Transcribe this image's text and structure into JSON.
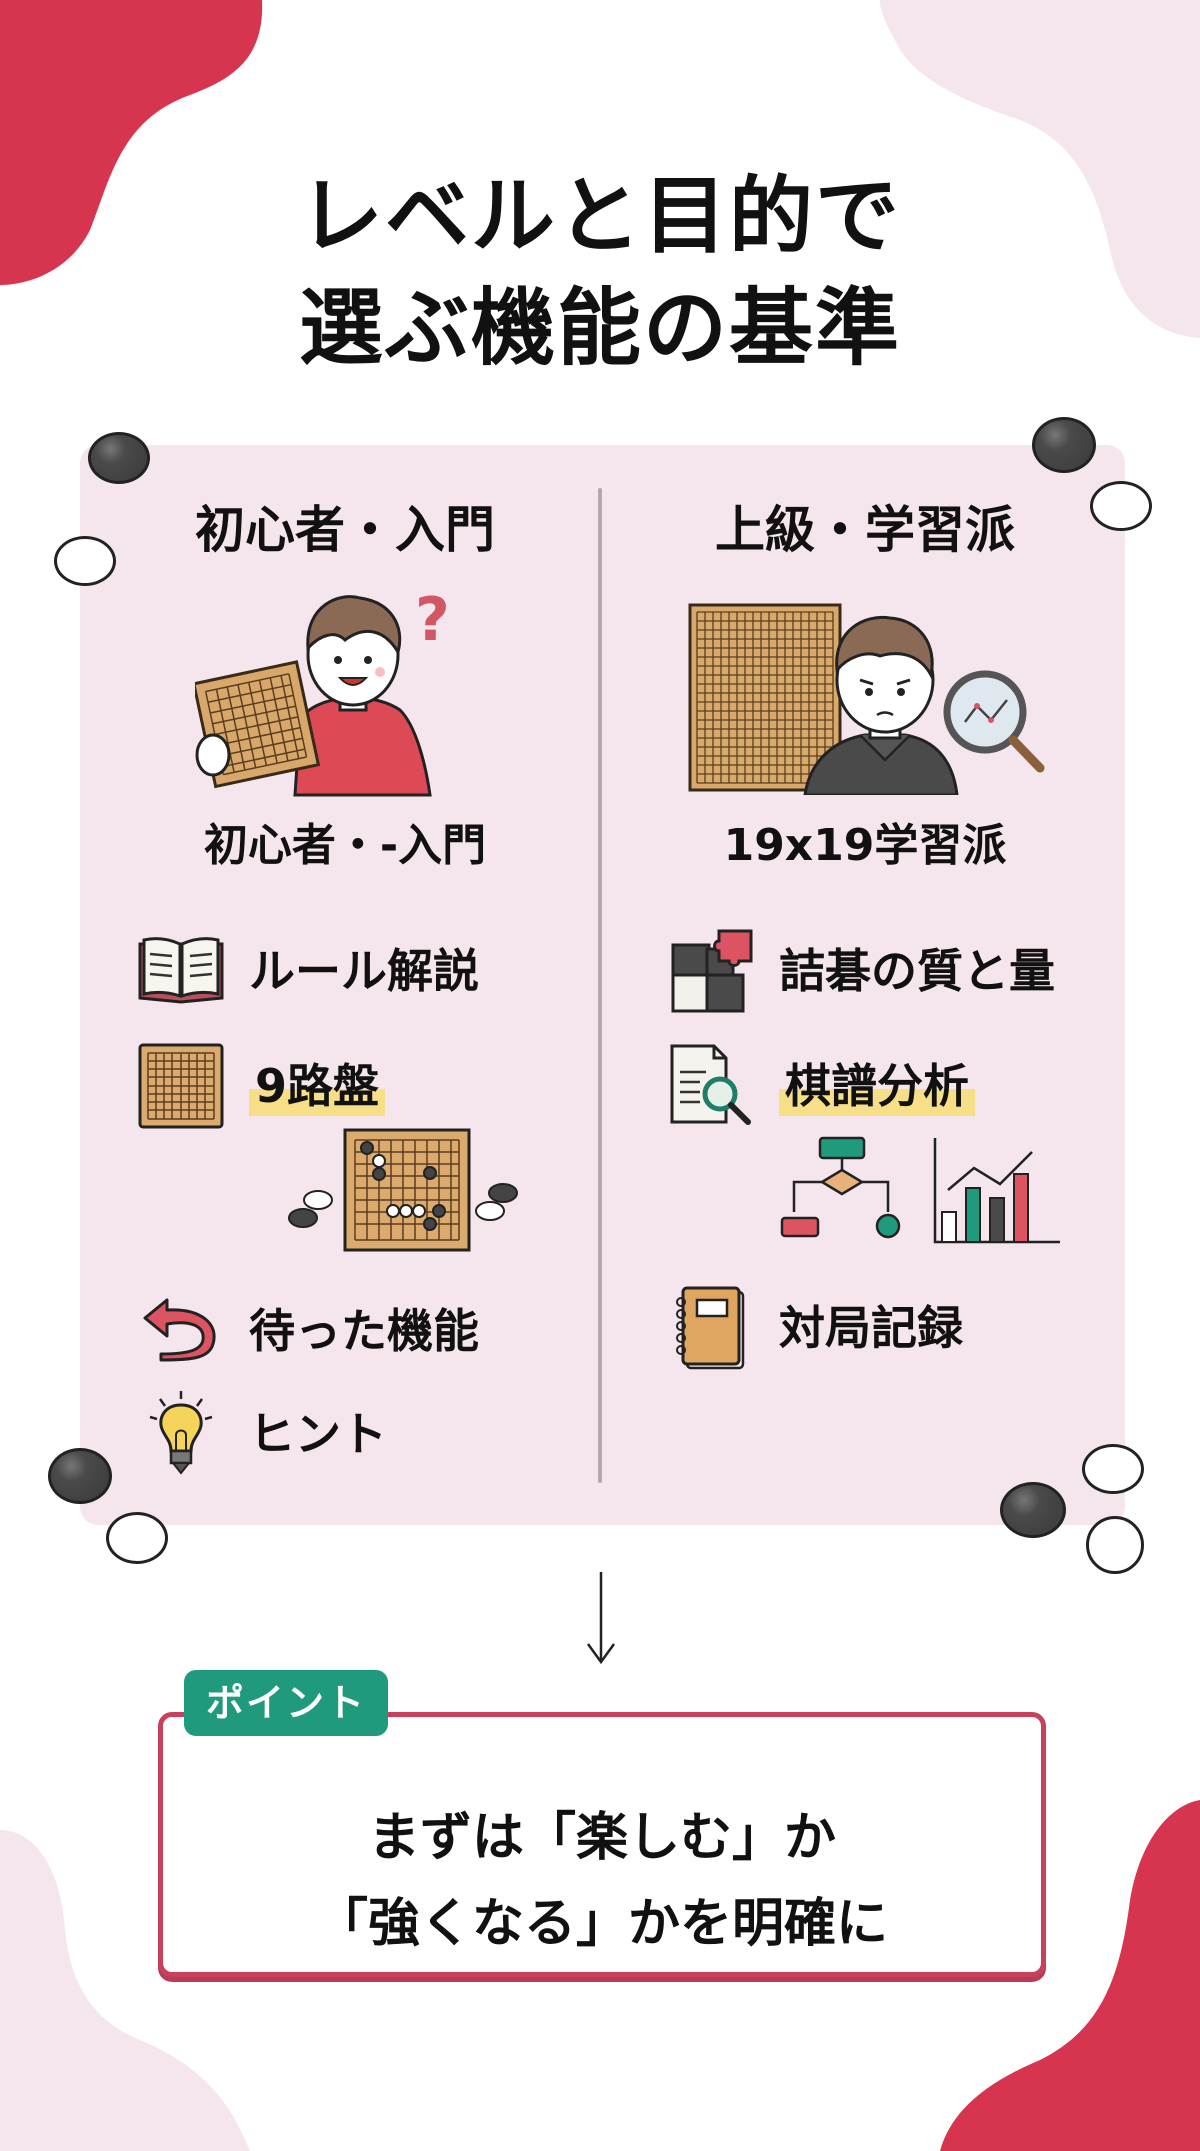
{
  "title": {
    "line1": "レベルと目的で",
    "line2": "選ぶ機能の基準"
  },
  "left_column": {
    "heading": "初心者・入門",
    "illustration": "beginner-person-holding-board-with-question-mark",
    "subheading": "初心者・-入門",
    "features": [
      {
        "icon": "book-icon",
        "label": "ルール解説",
        "highlight": false
      },
      {
        "icon": "9x9-board-icon",
        "label": "9路盤",
        "highlight": true
      },
      {
        "icon": "undo-arrow-icon",
        "label": "待った機能",
        "highlight": false
      },
      {
        "icon": "lightbulb-icon",
        "label": "ヒント",
        "highlight": false
      }
    ]
  },
  "right_column": {
    "heading": "上級・学習派",
    "illustration": "advanced-person-with-19x19-board-and-magnifier",
    "subheading": "19x19学習派",
    "features": [
      {
        "icon": "puzzle-icon",
        "label": "詰碁の質と量",
        "highlight": false
      },
      {
        "icon": "document-search-icon",
        "label": "棋譜分析",
        "highlight": true
      },
      {
        "icon": "notebook-icon",
        "label": "対局記録",
        "highlight": false
      }
    ]
  },
  "point": {
    "badge": "ポイント",
    "line1": "まずは「楽しむ」か",
    "line2": "「強くなる」かを明確に"
  },
  "colors": {
    "accent_red": "#d7354f",
    "light_pink": "#f5e5ec",
    "badge_green": "#1f9a7d",
    "highlight_yellow": "#f6df86",
    "frame_red": "#c8405a"
  }
}
